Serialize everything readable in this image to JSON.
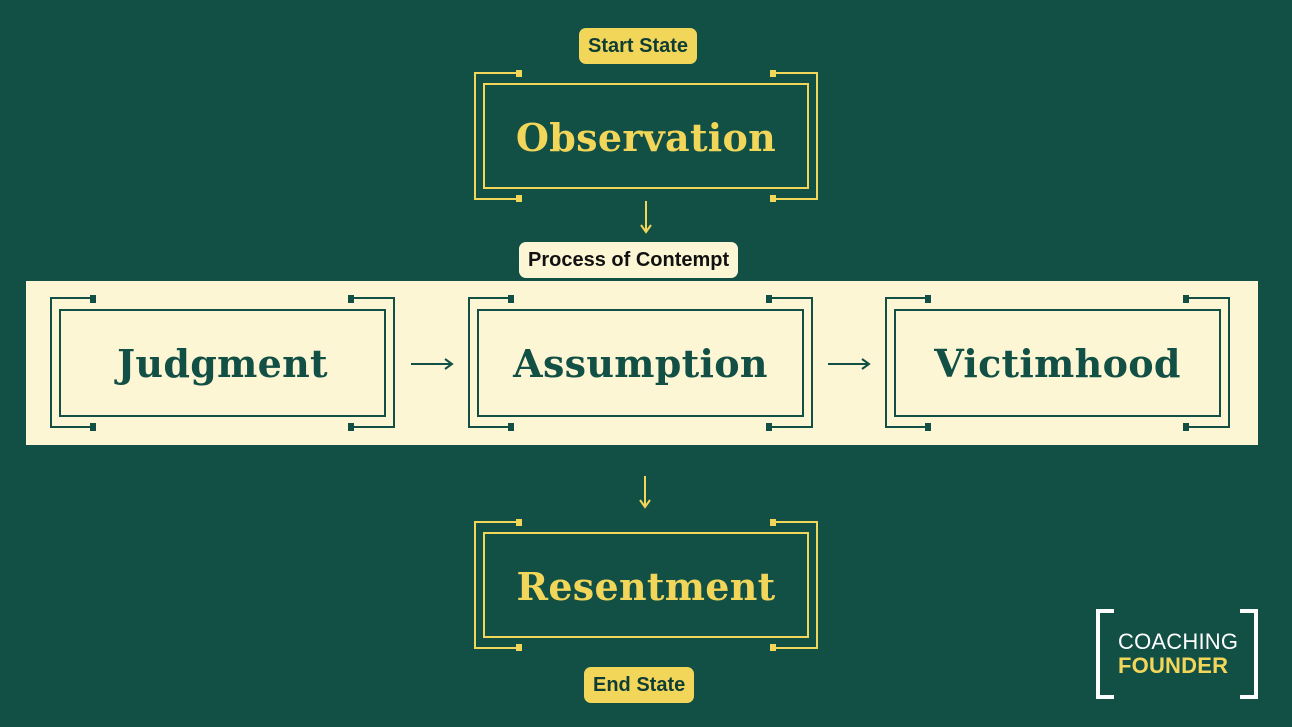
{
  "labels": {
    "start": "Start State",
    "process": "Process of Contempt",
    "end": "End State"
  },
  "boxes": {
    "observation": "Observation",
    "judgment": "Judgment",
    "assumption": "Assumption",
    "victimhood": "Victimhood",
    "resentment": "Resentment"
  },
  "logo": {
    "line1": "COACHING",
    "line2": "FOUNDER"
  },
  "colors": {
    "background": "#124f44",
    "accent": "#f2d65a",
    "band": "#fcf6d5"
  },
  "icons": [
    "arrow-down-icon",
    "arrow-right-icon",
    "bracket-icon"
  ]
}
